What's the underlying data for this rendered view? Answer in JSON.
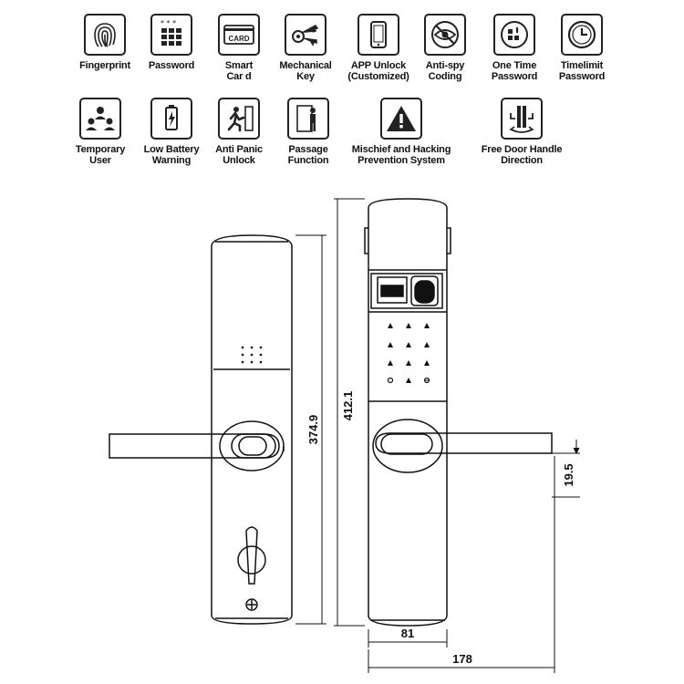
{
  "features": [
    {
      "id": "fingerprint",
      "label": "Fingerprint",
      "icon": "fingerprint-icon"
    },
    {
      "id": "password",
      "label": "Password",
      "icon": "keypad-icon"
    },
    {
      "id": "smart-card",
      "label": "Smart\nCar d",
      "icon": "card-icon",
      "icon_text": "CARD"
    },
    {
      "id": "mechanical-key",
      "label": "Mechanical\nKey",
      "icon": "keys-icon"
    },
    {
      "id": "app-unlock",
      "label": "APP Unlock\n(Customized)",
      "icon": "phone-icon"
    },
    {
      "id": "anti-spy",
      "label": "Anti-spy\nCoding",
      "icon": "eye-crossed-icon"
    },
    {
      "id": "one-time-password",
      "label": "One Time\nPassword",
      "icon": "one-time-icon"
    },
    {
      "id": "timelimit-password",
      "label": "Timelimit\nPassword",
      "icon": "clock-icon"
    },
    {
      "id": "temporary-user",
      "label": "Temporary\nUser",
      "icon": "users-icon"
    },
    {
      "id": "low-battery",
      "label": "Low Battery\nWarning",
      "icon": "battery-icon"
    },
    {
      "id": "anti-panic",
      "label": "Anti Panic\nUnlock",
      "icon": "running-man-icon"
    },
    {
      "id": "passage",
      "label": "Passage\nFunction",
      "icon": "door-person-icon"
    },
    {
      "id": "mischief",
      "label": "Mischief and Hacking\nPrevention System",
      "icon": "warning-icon"
    },
    {
      "id": "free-handle",
      "label": "Free Door Handle\nDirection",
      "icon": "handle-direction-icon"
    }
  ],
  "dimensions": {
    "back_height": "374.9",
    "front_height": "412.1",
    "handle_offset": "19.5",
    "inner_width": "81",
    "total_width": "178"
  },
  "colors": {
    "line": "#111111",
    "background": "#ffffff"
  }
}
